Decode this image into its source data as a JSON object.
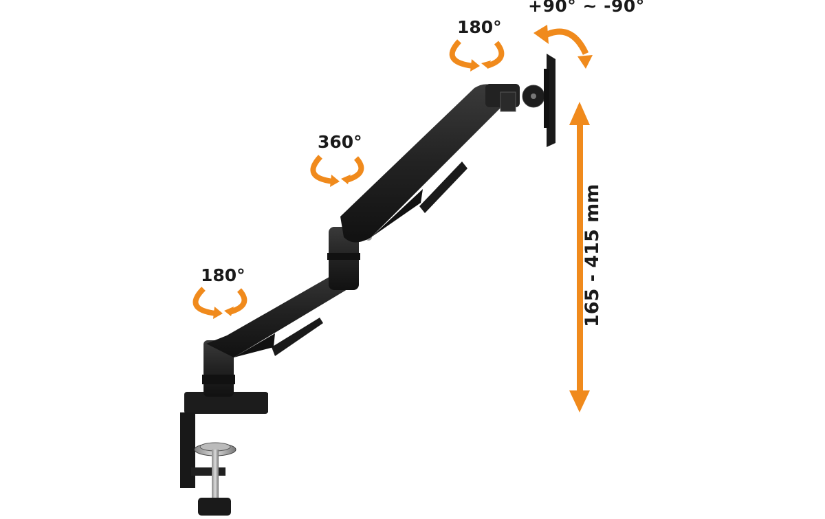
{
  "annotations": {
    "tilt": "+90° ~ -90°",
    "head_swivel": "180°",
    "mid_swivel": "360°",
    "base_swivel": "180°",
    "height_range": "165 - 415 mm"
  },
  "colors": {
    "arrow_orange": "#f08a1c",
    "arm_black": "#1f1f1f",
    "background": "#ffffff"
  }
}
